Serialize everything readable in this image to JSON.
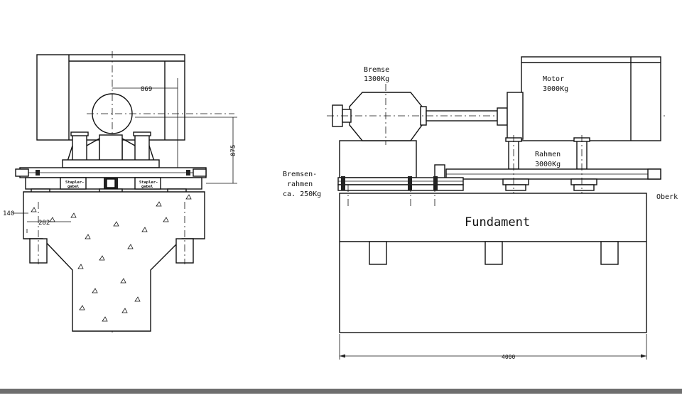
{
  "left_view": {
    "dim_869": "869",
    "dim_875": "875",
    "dim_140": "140",
    "dim_282": "282",
    "stapler_left": [
      "Stapler-",
      "gabel"
    ],
    "stapler_right": [
      "Stapler-",
      "gabel"
    ]
  },
  "right_view": {
    "bremse": [
      "Bremse",
      "1300Kg"
    ],
    "motor": [
      "Motor",
      "3000Kg"
    ],
    "rahmen": [
      "Rahmen",
      "3000Kg"
    ],
    "bremsenrahmen": [
      "Bremsen-",
      "rahmen",
      "ca. 250Kg"
    ],
    "fundament": "Fundament",
    "oberk": "Oberk",
    "dim_4000": "4000"
  }
}
